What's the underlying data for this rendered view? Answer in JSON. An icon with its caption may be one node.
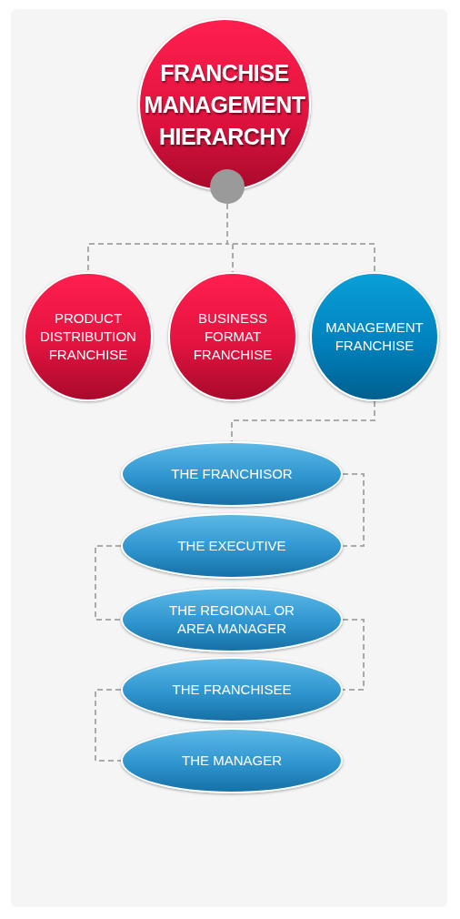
{
  "diagram": {
    "nodes": [
      {
        "text": [
          "FRANCHISE MANAGEMENT HIERARCHY"
        ]
      },
      {
        "text": [],
        "shape": "circle"
      },
      {
        "text": [
          "PRODUCT DISTRIBUTION FRANCHISE"
        ]
      },
      {
        "text": [
          "BUSINESS FORMAT FRANCHISE"
        ]
      },
      {
        "text": [
          "MANAGEMENT FRANCHISE"
        ]
      },
      {
        "text": [
          "THE FRANCHISOR"
        ]
      },
      {
        "text": [
          "THE EXECUTIVE"
        ]
      },
      {
        "text": [
          "THE REGIONAL OR AREA MANAGER"
        ]
      },
      {
        "text": [
          "THE FRANCHISEE"
        ]
      },
      {
        "text": [
          "THE MANAGER"
        ]
      }
    ],
    "edges": [
      {
        "from": 1,
        "to": 2,
        "arrow": "none",
        "style": "dashed"
      },
      {
        "from": 1,
        "to": 3,
        "arrow": "none",
        "style": "dashed"
      },
      {
        "from": 1,
        "to": 4,
        "arrow": "none",
        "style": "dashed"
      },
      {
        "from": 4,
        "to": 5,
        "arrow": "none",
        "style": "dashed"
      },
      {
        "from": 5,
        "to": 6,
        "arrow": "none",
        "style": "dashed"
      },
      {
        "from": 6,
        "to": 7,
        "arrow": "none",
        "style": "dashed"
      },
      {
        "from": 7,
        "to": 8,
        "arrow": "none",
        "style": "dashed"
      },
      {
        "from": 8,
        "to": 9,
        "arrow": "none",
        "style": "dashed"
      }
    ]
  }
}
